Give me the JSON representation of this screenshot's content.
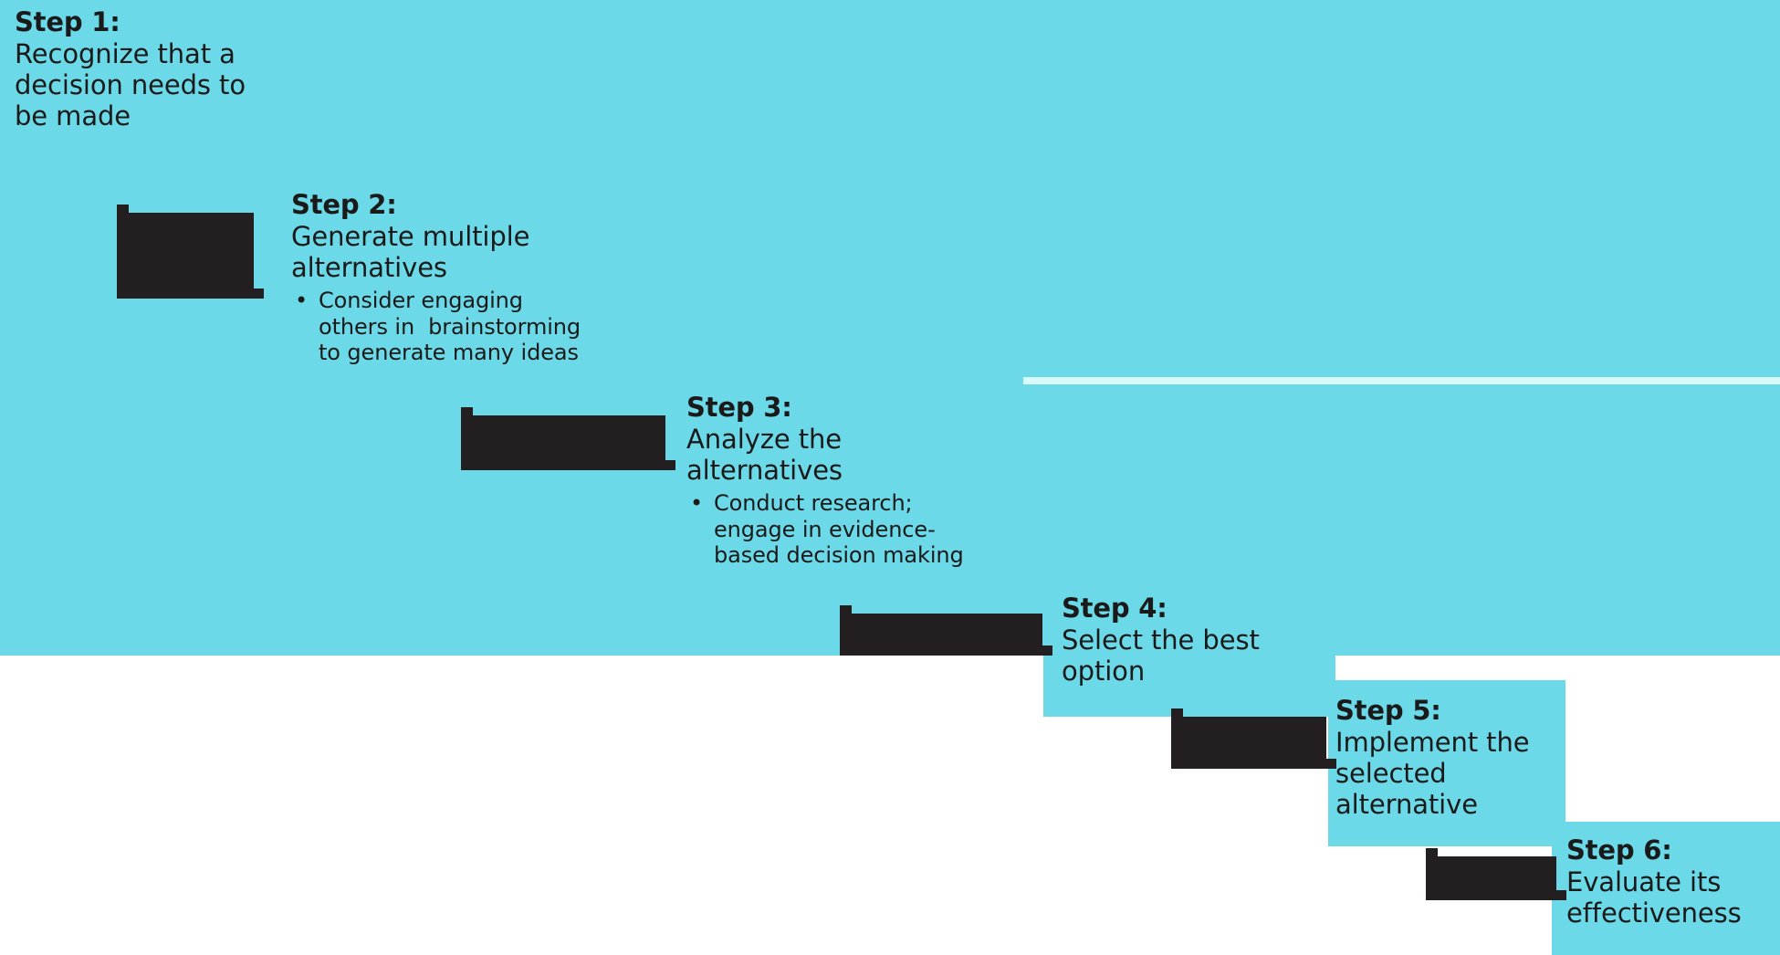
{
  "diagram": {
    "title": "Six-step decision making process staircase",
    "background_color": "#ffffff",
    "panel_color": "#6BD9E7",
    "tread_color": "#231F20",
    "rule_color": "#D9FAFB",
    "text_color": "#1A1A1A"
  },
  "accent_rule": {
    "name": "white-horizontal-rule"
  },
  "steps": [
    {
      "id": "step-1",
      "title": "Step 1:",
      "body": "Recognize that a decision needs to be made",
      "bullets": []
    },
    {
      "id": "step-2",
      "title": "Step 2:",
      "body": "Generate multiple alternatives",
      "bullets": [
        {
          "marker": "•",
          "text": "Consider engaging others in  brainstorming to generate many ideas"
        }
      ]
    },
    {
      "id": "step-3",
      "title": "Step 3:",
      "body": "Analyze the alternatives",
      "bullets": [
        {
          "marker": "•",
          "text": "Conduct research; engage in evidence-based decision making"
        }
      ]
    },
    {
      "id": "step-4",
      "title": "Step 4:",
      "body": "Select the best option",
      "bullets": []
    },
    {
      "id": "step-5",
      "title": "Step 5:",
      "body": "Implement the selected alternative",
      "bullets": []
    },
    {
      "id": "step-6",
      "title": "Step 6:",
      "body": "Evaluate its effectiveness",
      "bullets": []
    }
  ]
}
